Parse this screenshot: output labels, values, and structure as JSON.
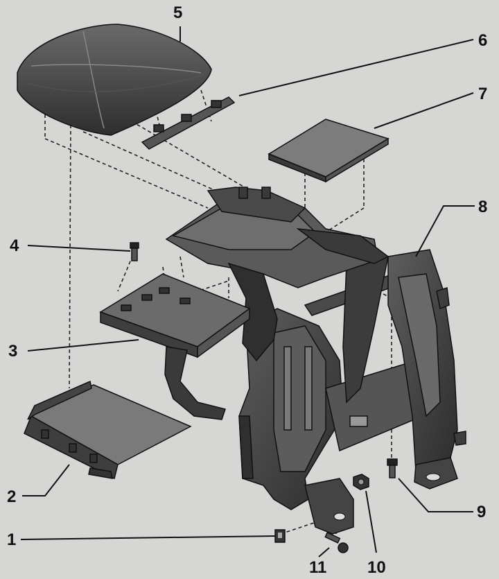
{
  "diagram": {
    "callouts": [
      {
        "id": "1",
        "label": "1"
      },
      {
        "id": "2",
        "label": "2"
      },
      {
        "id": "3",
        "label": "3"
      },
      {
        "id": "4",
        "label": "4"
      },
      {
        "id": "5",
        "label": "5"
      },
      {
        "id": "6",
        "label": "6"
      },
      {
        "id": "7",
        "label": "7"
      },
      {
        "id": "8",
        "label": "8"
      },
      {
        "id": "9",
        "label": "9"
      },
      {
        "id": "10",
        "label": "10"
      },
      {
        "id": "11",
        "label": "11"
      }
    ],
    "colors": {
      "background": "#d6d6d4",
      "part_dark": "#3a3a3a",
      "part_mid": "#5a5a5a",
      "part_light": "#7a7a7a",
      "ink": "#111111"
    }
  }
}
